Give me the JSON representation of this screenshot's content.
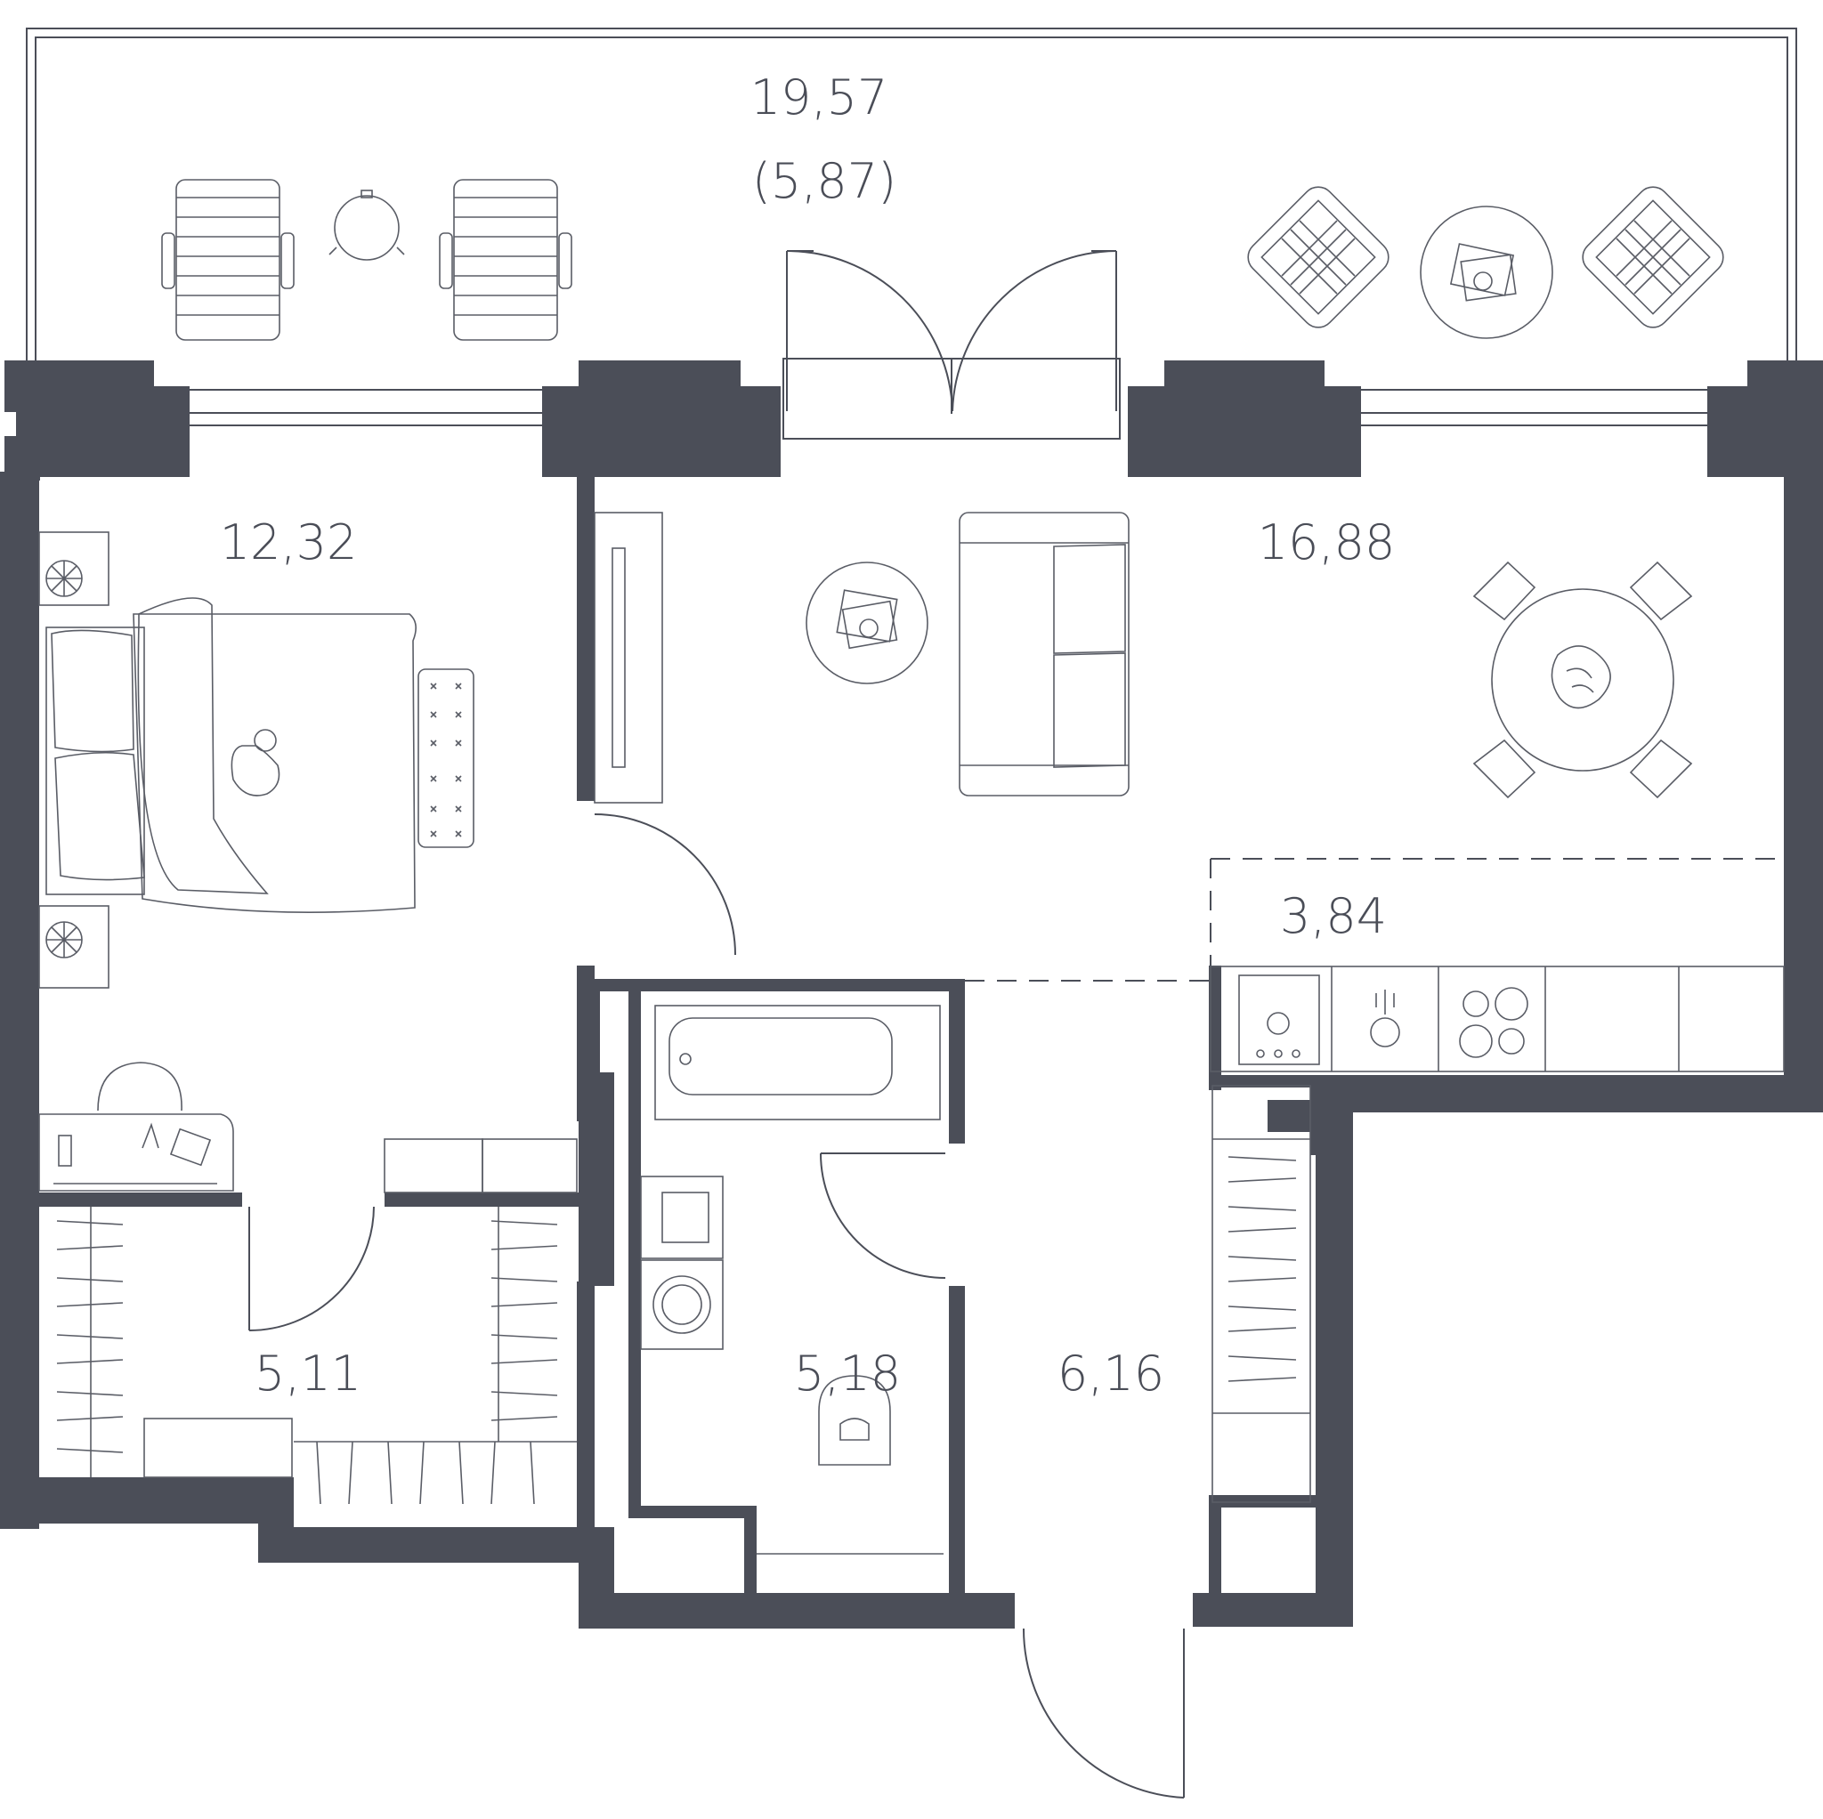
{
  "plan": {
    "wall_color": "#4b4e58",
    "text_color": "#4a4d57",
    "rooms": [
      {
        "id": "balcony",
        "area": "19,57",
        "secondary": "(5,87)"
      },
      {
        "id": "bedroom",
        "area": "12,32"
      },
      {
        "id": "living",
        "area": "16,88"
      },
      {
        "id": "kitchen",
        "area": "3,84"
      },
      {
        "id": "wardrobe",
        "area": "5,11"
      },
      {
        "id": "bathroom",
        "area": "5,18"
      },
      {
        "id": "hall",
        "area": "6,16"
      }
    ],
    "icons": [
      "sun-lounger-icon",
      "side-table-icon",
      "armchair-icon",
      "coffee-table-icon",
      "bed-icon",
      "cat-icon",
      "bench-icon",
      "fan-icon",
      "desk-icon",
      "chair-icon",
      "sofa-icon",
      "tv-stand-icon",
      "dining-table-icon",
      "flower-icon",
      "sink-icon",
      "stove-icon",
      "bathtub-icon",
      "washing-machine-icon",
      "toilet-icon",
      "wardrobe-icon",
      "door-icon"
    ]
  }
}
